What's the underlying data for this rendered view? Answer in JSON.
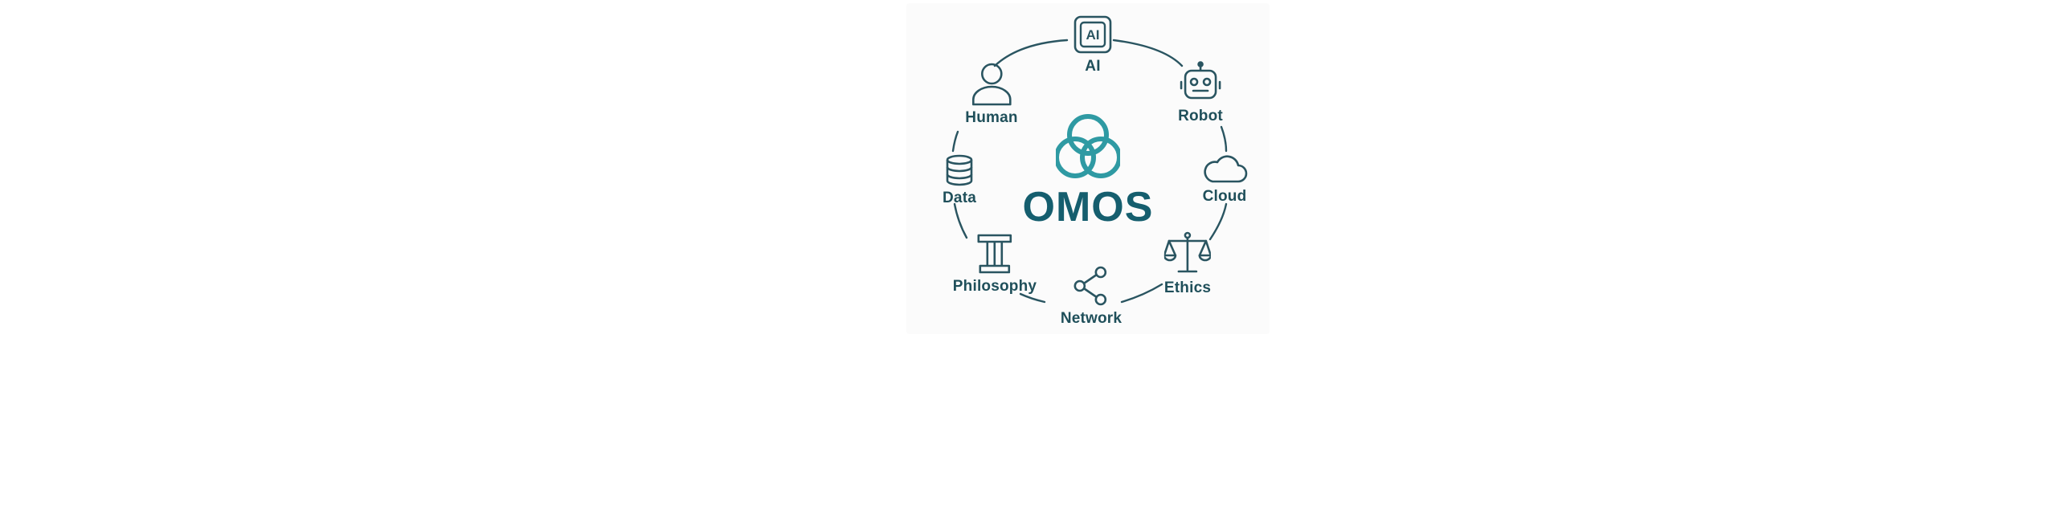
{
  "diagram": {
    "center_title": "OMOS",
    "nodes": {
      "ai": {
        "label": "AI",
        "icon": "ai-chip-icon"
      },
      "robot": {
        "label": "Robot",
        "icon": "robot-icon"
      },
      "cloud": {
        "label": "Cloud",
        "icon": "cloud-icon"
      },
      "ethics": {
        "label": "Ethics",
        "icon": "scales-icon"
      },
      "network": {
        "label": "Network",
        "icon": "share-network-icon"
      },
      "philosophy": {
        "label": "Philosophy",
        "icon": "pillar-icon"
      },
      "data": {
        "label": "Data",
        "icon": "database-icon"
      },
      "human": {
        "label": "Human",
        "icon": "person-icon"
      }
    },
    "colors": {
      "ring": "#2a5561",
      "logo_teal": "#2f9aa3",
      "title": "#155e6e",
      "label": "#1f4f5a"
    }
  }
}
